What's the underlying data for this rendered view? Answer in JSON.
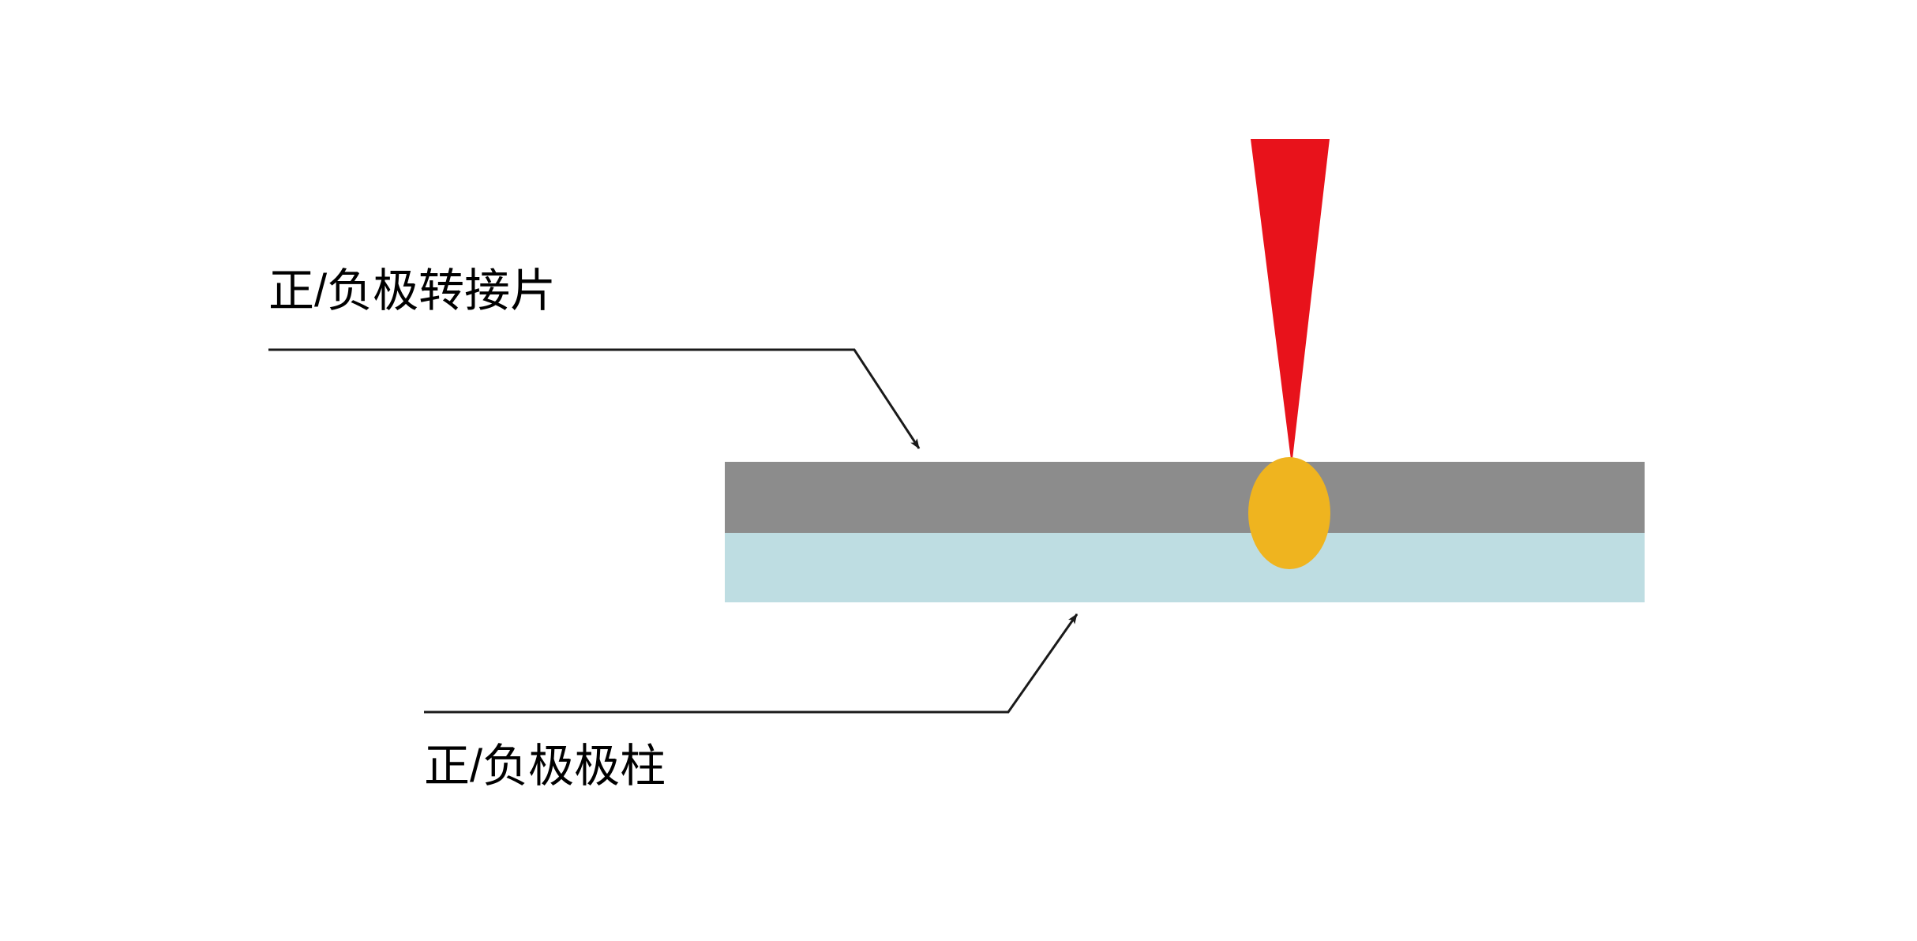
{
  "diagram": {
    "title_semantic": "laser-welding-of-battery-terminal-diagram",
    "labels": {
      "adapter_tab": "正/负极转接片",
      "pole": "正/负极极柱"
    },
    "colors": {
      "adapter_bar": "#8c8c8c",
      "pole_bar": "#bedde2",
      "laser": "#e8121b",
      "weld_spot": "#efb41f",
      "line": "#1a1a1a",
      "background": "#ffffff",
      "text": "#000000"
    }
  }
}
